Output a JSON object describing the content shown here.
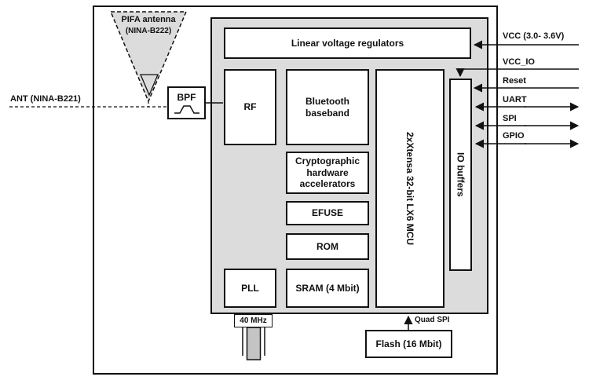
{
  "colors": {
    "module_fill": "#dcdcdc",
    "crystal_fill": "#c4c4c4",
    "line": "#111111",
    "block_fill": "#ffffff"
  },
  "antenna": {
    "title": "PIFA antenna",
    "subtitle": "(NINA-B222)"
  },
  "ant_input_label": "ANT (NINA-B221)",
  "blocks": {
    "bpf": "BPF",
    "regulators": "Linear voltage regulators",
    "rf": "RF",
    "bluetooth_baseband": "Bluetooth baseband",
    "crypto": "Cryptographic hardware accelerators",
    "efuse": "EFUSE",
    "rom": "ROM",
    "pll": "PLL",
    "sram": "SRAM (4 Mbit)",
    "mcu": "2xXtensa 32-bit LX6 MCU",
    "io_buffers": "IO buffers",
    "flash": "Flash (16 Mbit)"
  },
  "signals": [
    "VCC (3.0- 3.6V)",
    "VCC_IO",
    "Reset",
    "UART",
    "SPI",
    "GPIO"
  ],
  "xtal_label": "40 MHz",
  "quad_spi_label": "Quad SPI"
}
